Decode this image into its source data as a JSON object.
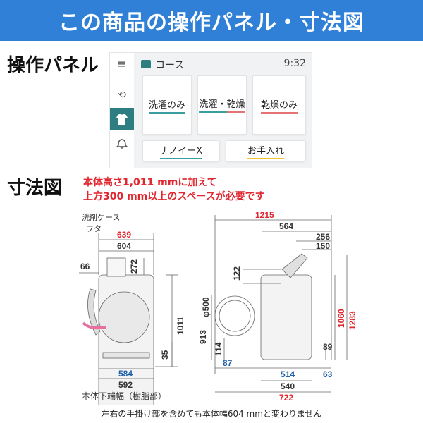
{
  "banner": {
    "title": "この商品の操作パネル・寸法図"
  },
  "sections": {
    "panel_title": "操作パネル",
    "dims_title": "寸法図"
  },
  "panel": {
    "header": {
      "label": "コース",
      "time": "9:32"
    },
    "courses": [
      "洗濯のみ",
      "洗濯・乾燥",
      "乾燥のみ"
    ],
    "buttons": [
      "ナノイーX",
      "お手入れ"
    ],
    "icons": {
      "menu": "menu-icon",
      "history": "history-icon",
      "shirt": "shirt-icon",
      "bell": "bell-icon"
    },
    "colors": {
      "accent": "#2e7d80",
      "teal": "#3a9da2",
      "red": "#e57373",
      "yellow": "#f1c232"
    }
  },
  "notes": {
    "line1": "本体高さ1,011 mmに加えて",
    "line2": "上方300 mm以上のスペースが必要です",
    "bottom": "左右の手掛け部を含めても本体幅604 mmと変わりません"
  },
  "front": {
    "case_label_1": "洗剤ケース",
    "case_label_2": "フタ",
    "dims": {
      "w639": "639",
      "w604": "604",
      "w66": "66",
      "h272": "272",
      "h1011": "1011",
      "h35": "35",
      "w584": "584",
      "w592": "592"
    },
    "base_label": "本体下端幅（樹脂部）"
  },
  "side": {
    "dims": {
      "w1215": "1215",
      "w564": "564",
      "w256": "256",
      "w150": "150",
      "h122": "122",
      "d500": "φ500",
      "h913": "913",
      "h114": "114",
      "h1060": "1060",
      "h1283": "1283",
      "h89": "89",
      "w87": "87",
      "w514": "514",
      "w63": "63",
      "w540": "540",
      "w722": "722"
    }
  }
}
